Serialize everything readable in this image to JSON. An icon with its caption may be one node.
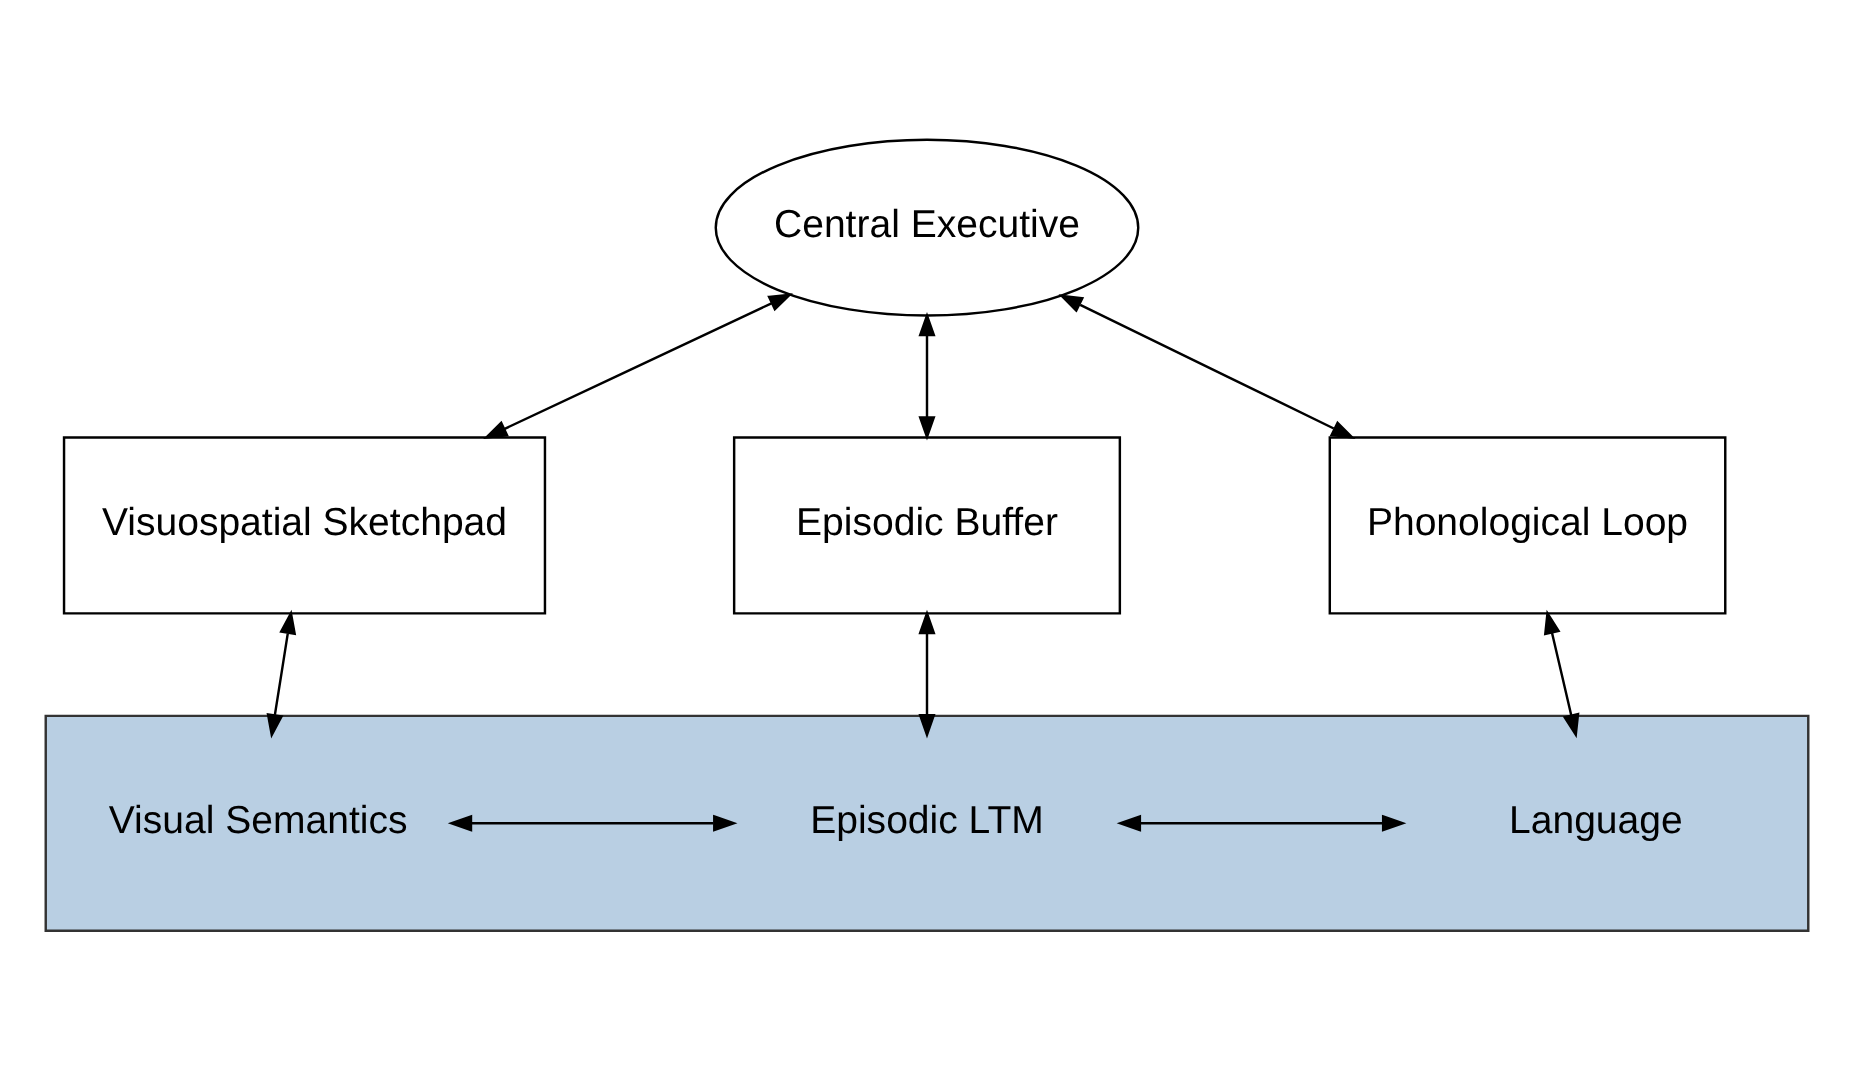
{
  "diagram": {
    "nodes": [
      {
        "text": [
          "Central Executive"
        ]
      },
      {
        "text": [
          "Visuospatial Sketchpad"
        ]
      },
      {
        "text": [
          "Episodic Buffer"
        ]
      },
      {
        "text": [
          "Phonological Loop"
        ]
      },
      {
        "text": [],
        "shape": "box"
      },
      {
        "text": [
          "Visual Semantics"
        ],
        "in": 4
      },
      {
        "text": [
          "Episodic LTM"
        ],
        "in": 4
      },
      {
        "text": [
          "Language"
        ],
        "in": 4
      }
    ],
    "edges": [
      {
        "from": 0,
        "to": 1,
        "arrow": "both"
      },
      {
        "from": 0,
        "to": 2,
        "arrow": "both"
      },
      {
        "from": 0,
        "to": 3,
        "arrow": "both"
      },
      {
        "from": 1,
        "to": 5,
        "arrow": "both"
      },
      {
        "from": 2,
        "to": 6,
        "arrow": "both"
      },
      {
        "from": 3,
        "to": 7,
        "arrow": "both"
      },
      {
        "from": 5,
        "to": 6,
        "arrow": "both"
      },
      {
        "from": 6,
        "to": 7,
        "arrow": "both"
      }
    ]
  }
}
